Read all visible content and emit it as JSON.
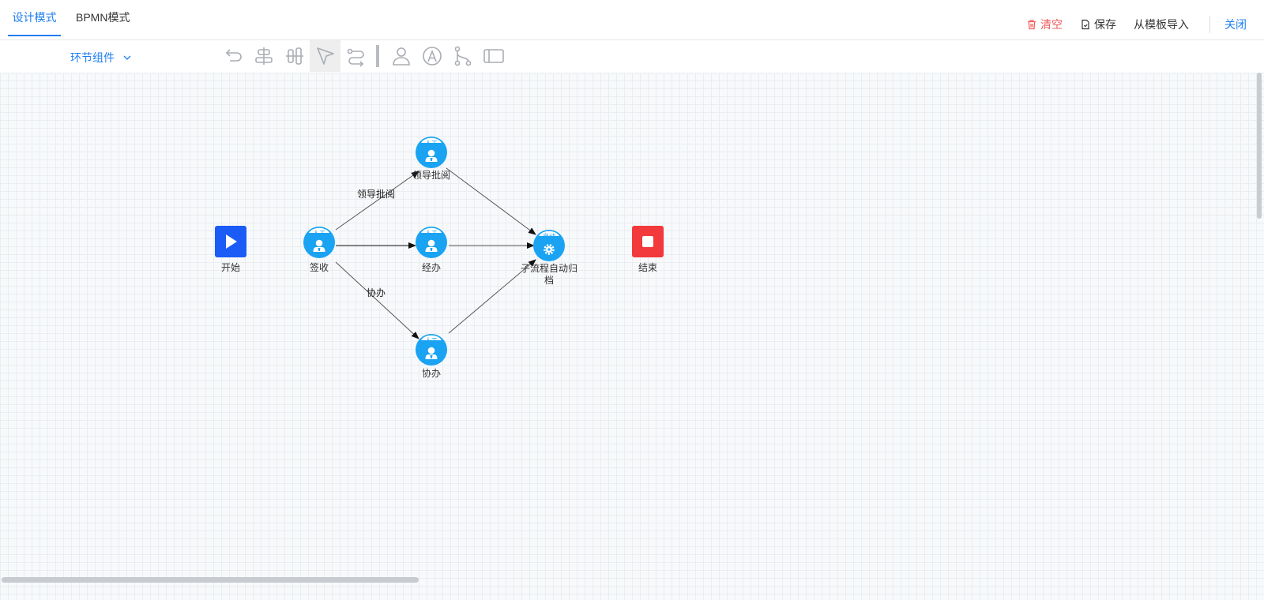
{
  "header": {
    "tabs": [
      {
        "label": "设计模式",
        "active": true
      },
      {
        "label": "BPMN模式",
        "active": false
      }
    ],
    "actions": {
      "clear": "清空",
      "save": "保存",
      "import": "从模板导入",
      "close": "关闭"
    }
  },
  "toolbar": {
    "env_dropdown": "环节组件",
    "tools": [
      {
        "icon": "undo-icon"
      },
      {
        "icon": "align-horizontal-icon"
      },
      {
        "icon": "align-vertical-icon"
      },
      {
        "icon": "select-pointer-icon",
        "active": true
      },
      {
        "icon": "route-icon"
      },
      {
        "icon": "user-task-icon"
      },
      {
        "icon": "auto-task-icon"
      },
      {
        "icon": "gateway-branch-icon"
      },
      {
        "icon": "lane-icon"
      }
    ]
  },
  "flow": {
    "nodes": {
      "start": {
        "label": "开始",
        "color": "#1a5cf5"
      },
      "sign": {
        "label": "签收",
        "badge": "人工",
        "color": "#1aa3f2"
      },
      "approve": {
        "label": "领导批阅",
        "badge": "人工",
        "color": "#1aa3f2"
      },
      "handle": {
        "label": "经办",
        "badge": "人工",
        "color": "#1aa3f2"
      },
      "assist": {
        "label": "协办",
        "badge": "人工",
        "color": "#1aa3f2"
      },
      "sub": {
        "label_line1": "子流程自动归",
        "label_line2": "档",
        "badge": "自动",
        "color": "#1aa3f2"
      },
      "end": {
        "label": "结束",
        "color": "#f2393c"
      }
    },
    "edge_labels": {
      "sign_approve": "领导批阅",
      "sign_assist": "协办"
    }
  }
}
